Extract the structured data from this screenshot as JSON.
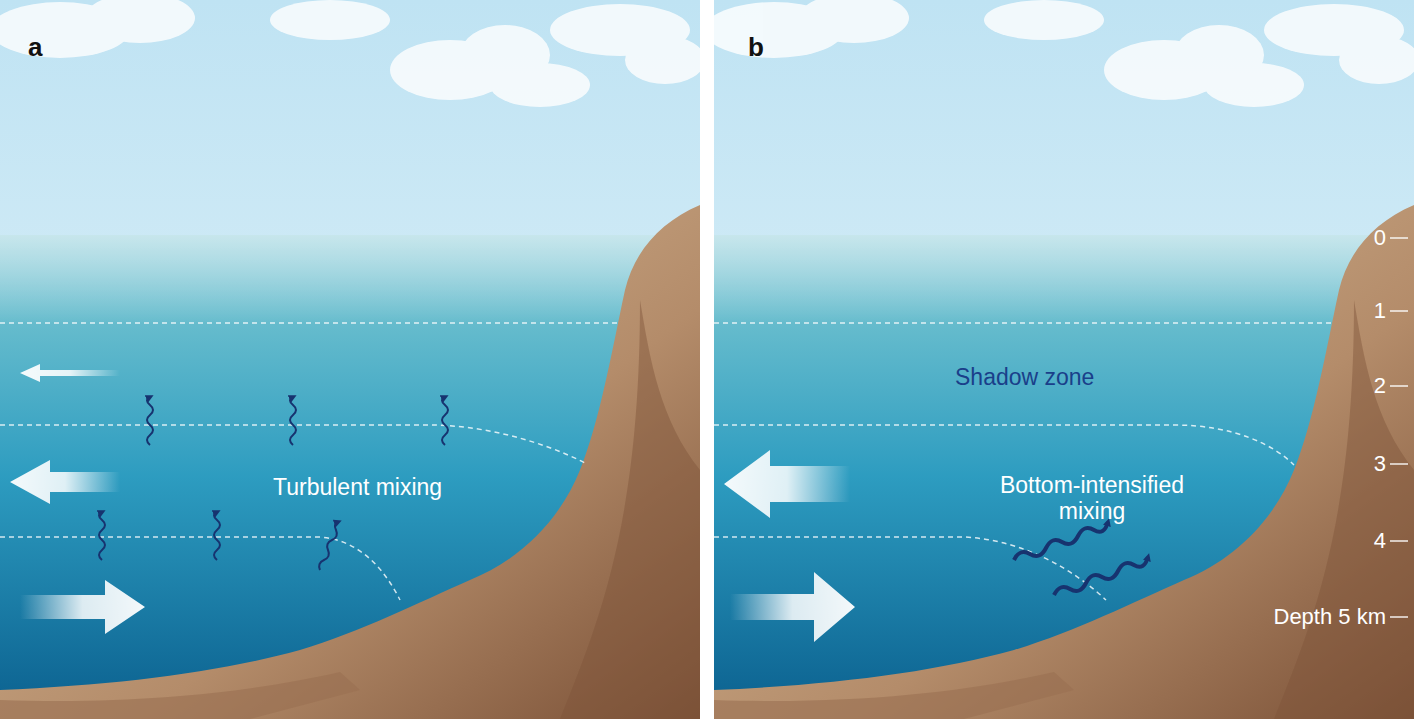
{
  "diagram": {
    "labels": [
      "a",
      "b",
      "Turbulent mixing",
      "Shadow zone",
      "Bottom-intensified mixing",
      "0",
      "1",
      "2",
      "3",
      "4",
      "Depth 5 km"
    ]
  }
}
